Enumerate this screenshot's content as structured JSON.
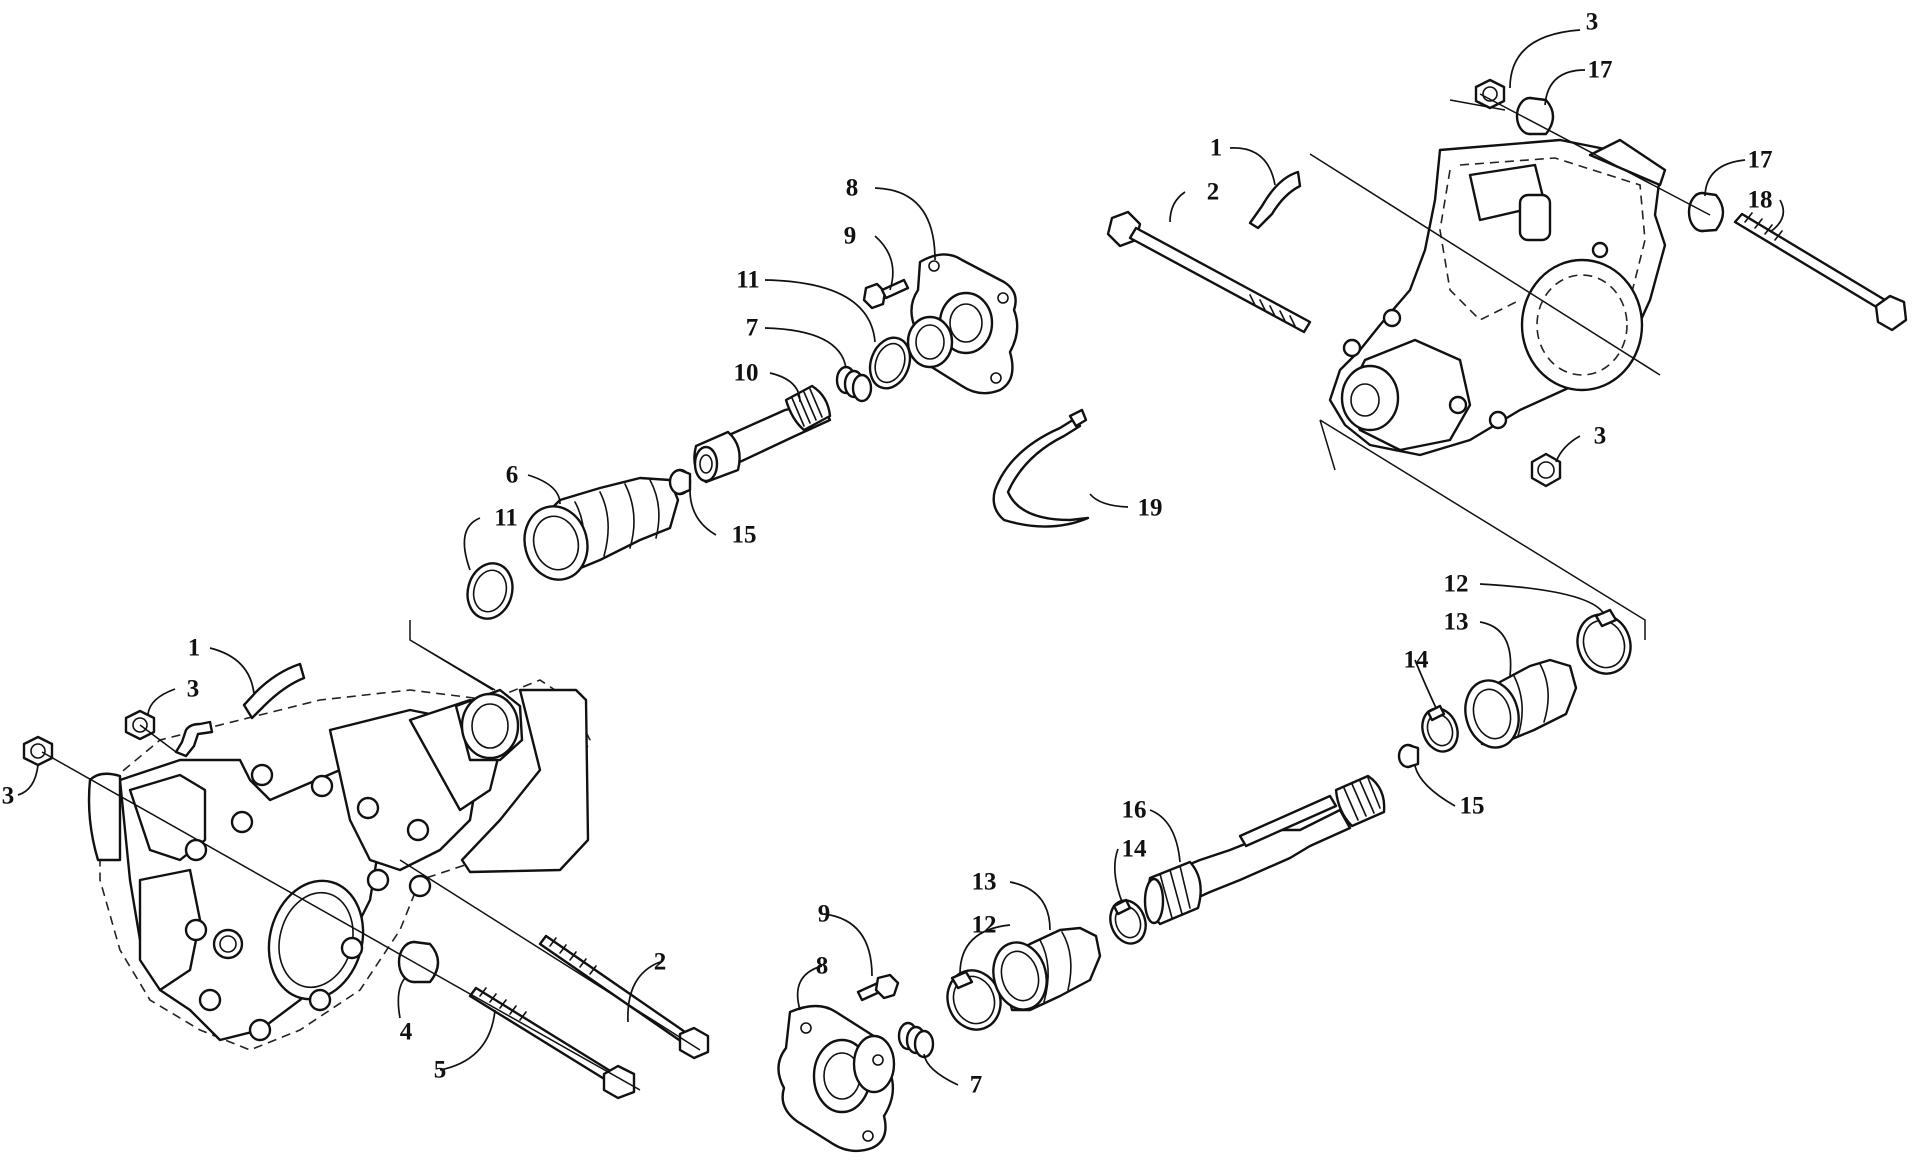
{
  "diagram": {
    "kind": "exploded parts diagram",
    "style": "black line art on white"
  },
  "callouts": [
    {
      "id": "c3-top",
      "label": "3"
    },
    {
      "id": "c17-top",
      "label": "17"
    },
    {
      "id": "c1-rear",
      "label": "1"
    },
    {
      "id": "c17-right",
      "label": "17"
    },
    {
      "id": "c2-rear",
      "label": "2"
    },
    {
      "id": "c18",
      "label": "18"
    },
    {
      "id": "c8-upper",
      "label": "8"
    },
    {
      "id": "c9-upper",
      "label": "9"
    },
    {
      "id": "c11-upper",
      "label": "11"
    },
    {
      "id": "c7-upper",
      "label": "7"
    },
    {
      "id": "c10",
      "label": "10"
    },
    {
      "id": "c3-rear-bottom",
      "label": "3"
    },
    {
      "id": "c6",
      "label": "6"
    },
    {
      "id": "c11-left",
      "label": "11"
    },
    {
      "id": "c15-upper",
      "label": "15"
    },
    {
      "id": "c19",
      "label": "19"
    },
    {
      "id": "c12-right",
      "label": "12"
    },
    {
      "id": "c13-right",
      "label": "13"
    },
    {
      "id": "c1-front",
      "label": "1"
    },
    {
      "id": "c14-right",
      "label": "14"
    },
    {
      "id": "c3-front-top",
      "label": "3"
    },
    {
      "id": "c3-front-left",
      "label": "3"
    },
    {
      "id": "c15-lower",
      "label": "15"
    },
    {
      "id": "c16",
      "label": "16"
    },
    {
      "id": "c14-lower",
      "label": "14"
    },
    {
      "id": "c13-lower",
      "label": "13"
    },
    {
      "id": "c9-lower",
      "label": "9"
    },
    {
      "id": "c12-lower",
      "label": "12"
    },
    {
      "id": "c8-lower",
      "label": "8"
    },
    {
      "id": "c2-front",
      "label": "2"
    },
    {
      "id": "c4",
      "label": "4"
    },
    {
      "id": "c7-lower",
      "label": "7"
    },
    {
      "id": "c5",
      "label": "5"
    }
  ]
}
